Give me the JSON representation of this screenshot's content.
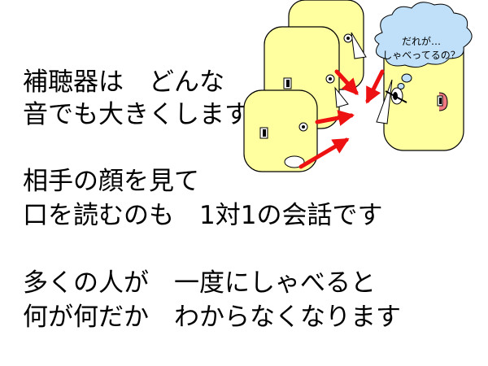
{
  "slide": {
    "lines": [
      "補聴器は　どんな",
      "音でも大きくします",
      "相手の顔を見て",
      "口を読むのも　1対1の会話です",
      "多くの人が　一度にしゃべると",
      "何が何だか　わからなくなります"
    ]
  },
  "illustration": {
    "speech_bubble": {
      "line1": "だれが…",
      "line2": "しゃべってるの？"
    }
  },
  "colors": {
    "face_fill": "#ffffa0",
    "bubble_fill": "#bfe0f8",
    "arrow": "#ee1111",
    "hearing_aid": "#f07880"
  }
}
